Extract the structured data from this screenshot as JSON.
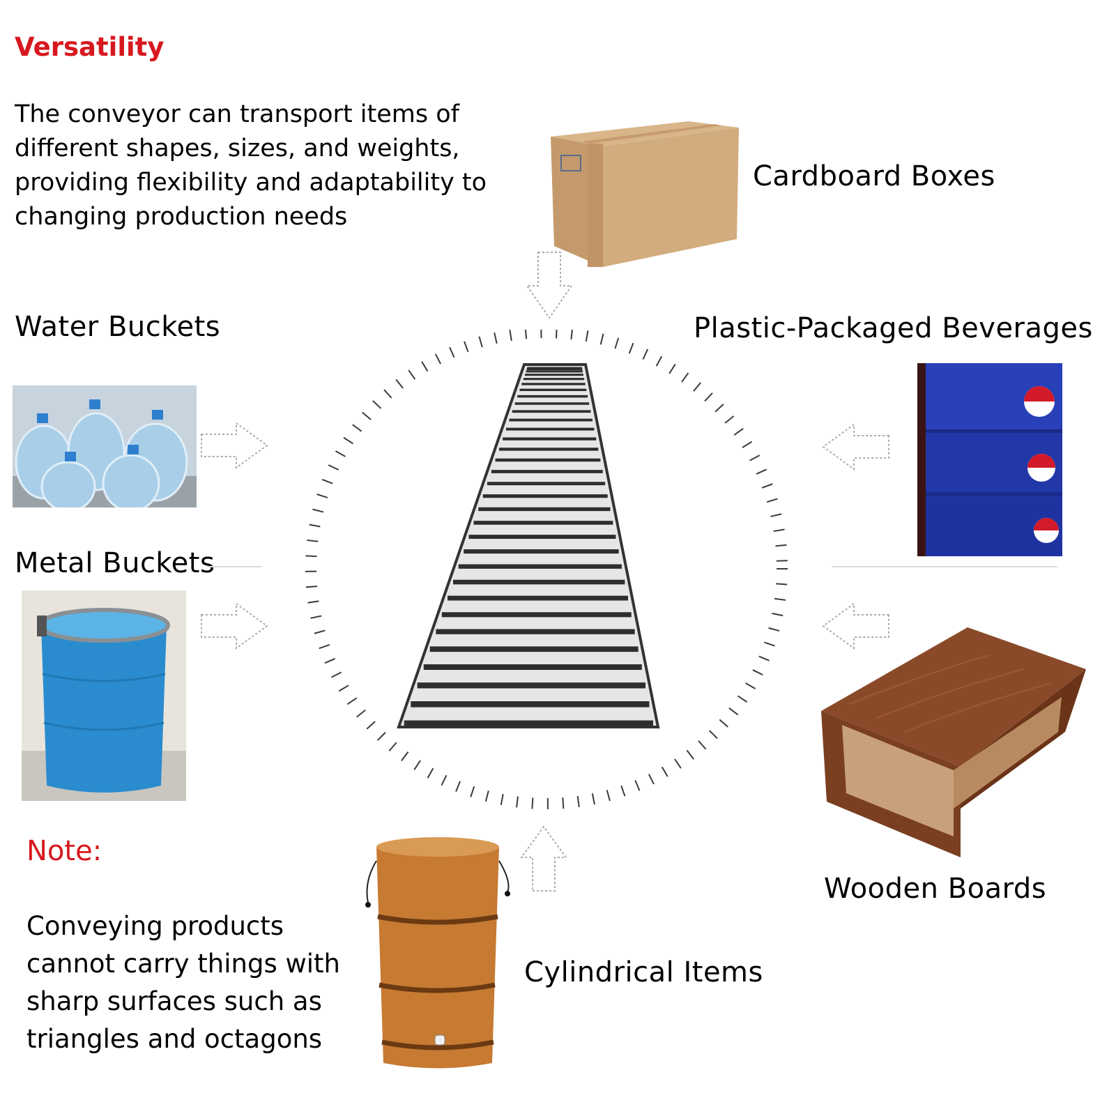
{
  "colors": {
    "accent": "#d7181e"
  },
  "versatility": {
    "title": "Versatility",
    "lines": [
      "The conveyor can transport items of",
      "different shapes, sizes, and weights,",
      "providing flexibility and adaptability to",
      "changing production needs"
    ]
  },
  "items": {
    "cardboard": "Cardboard Boxes",
    "water": "Water Buckets",
    "plastic": "Plastic-Packaged Beverages",
    "metal": "Metal Buckets",
    "wooden": "Wooden Boards",
    "cylindrical": "Cylindrical Items"
  },
  "note": {
    "title": "Note:",
    "lines": [
      "Conveying products",
      "cannot carry things with",
      "sharp surfaces such as",
      "triangles and octagons"
    ]
  }
}
